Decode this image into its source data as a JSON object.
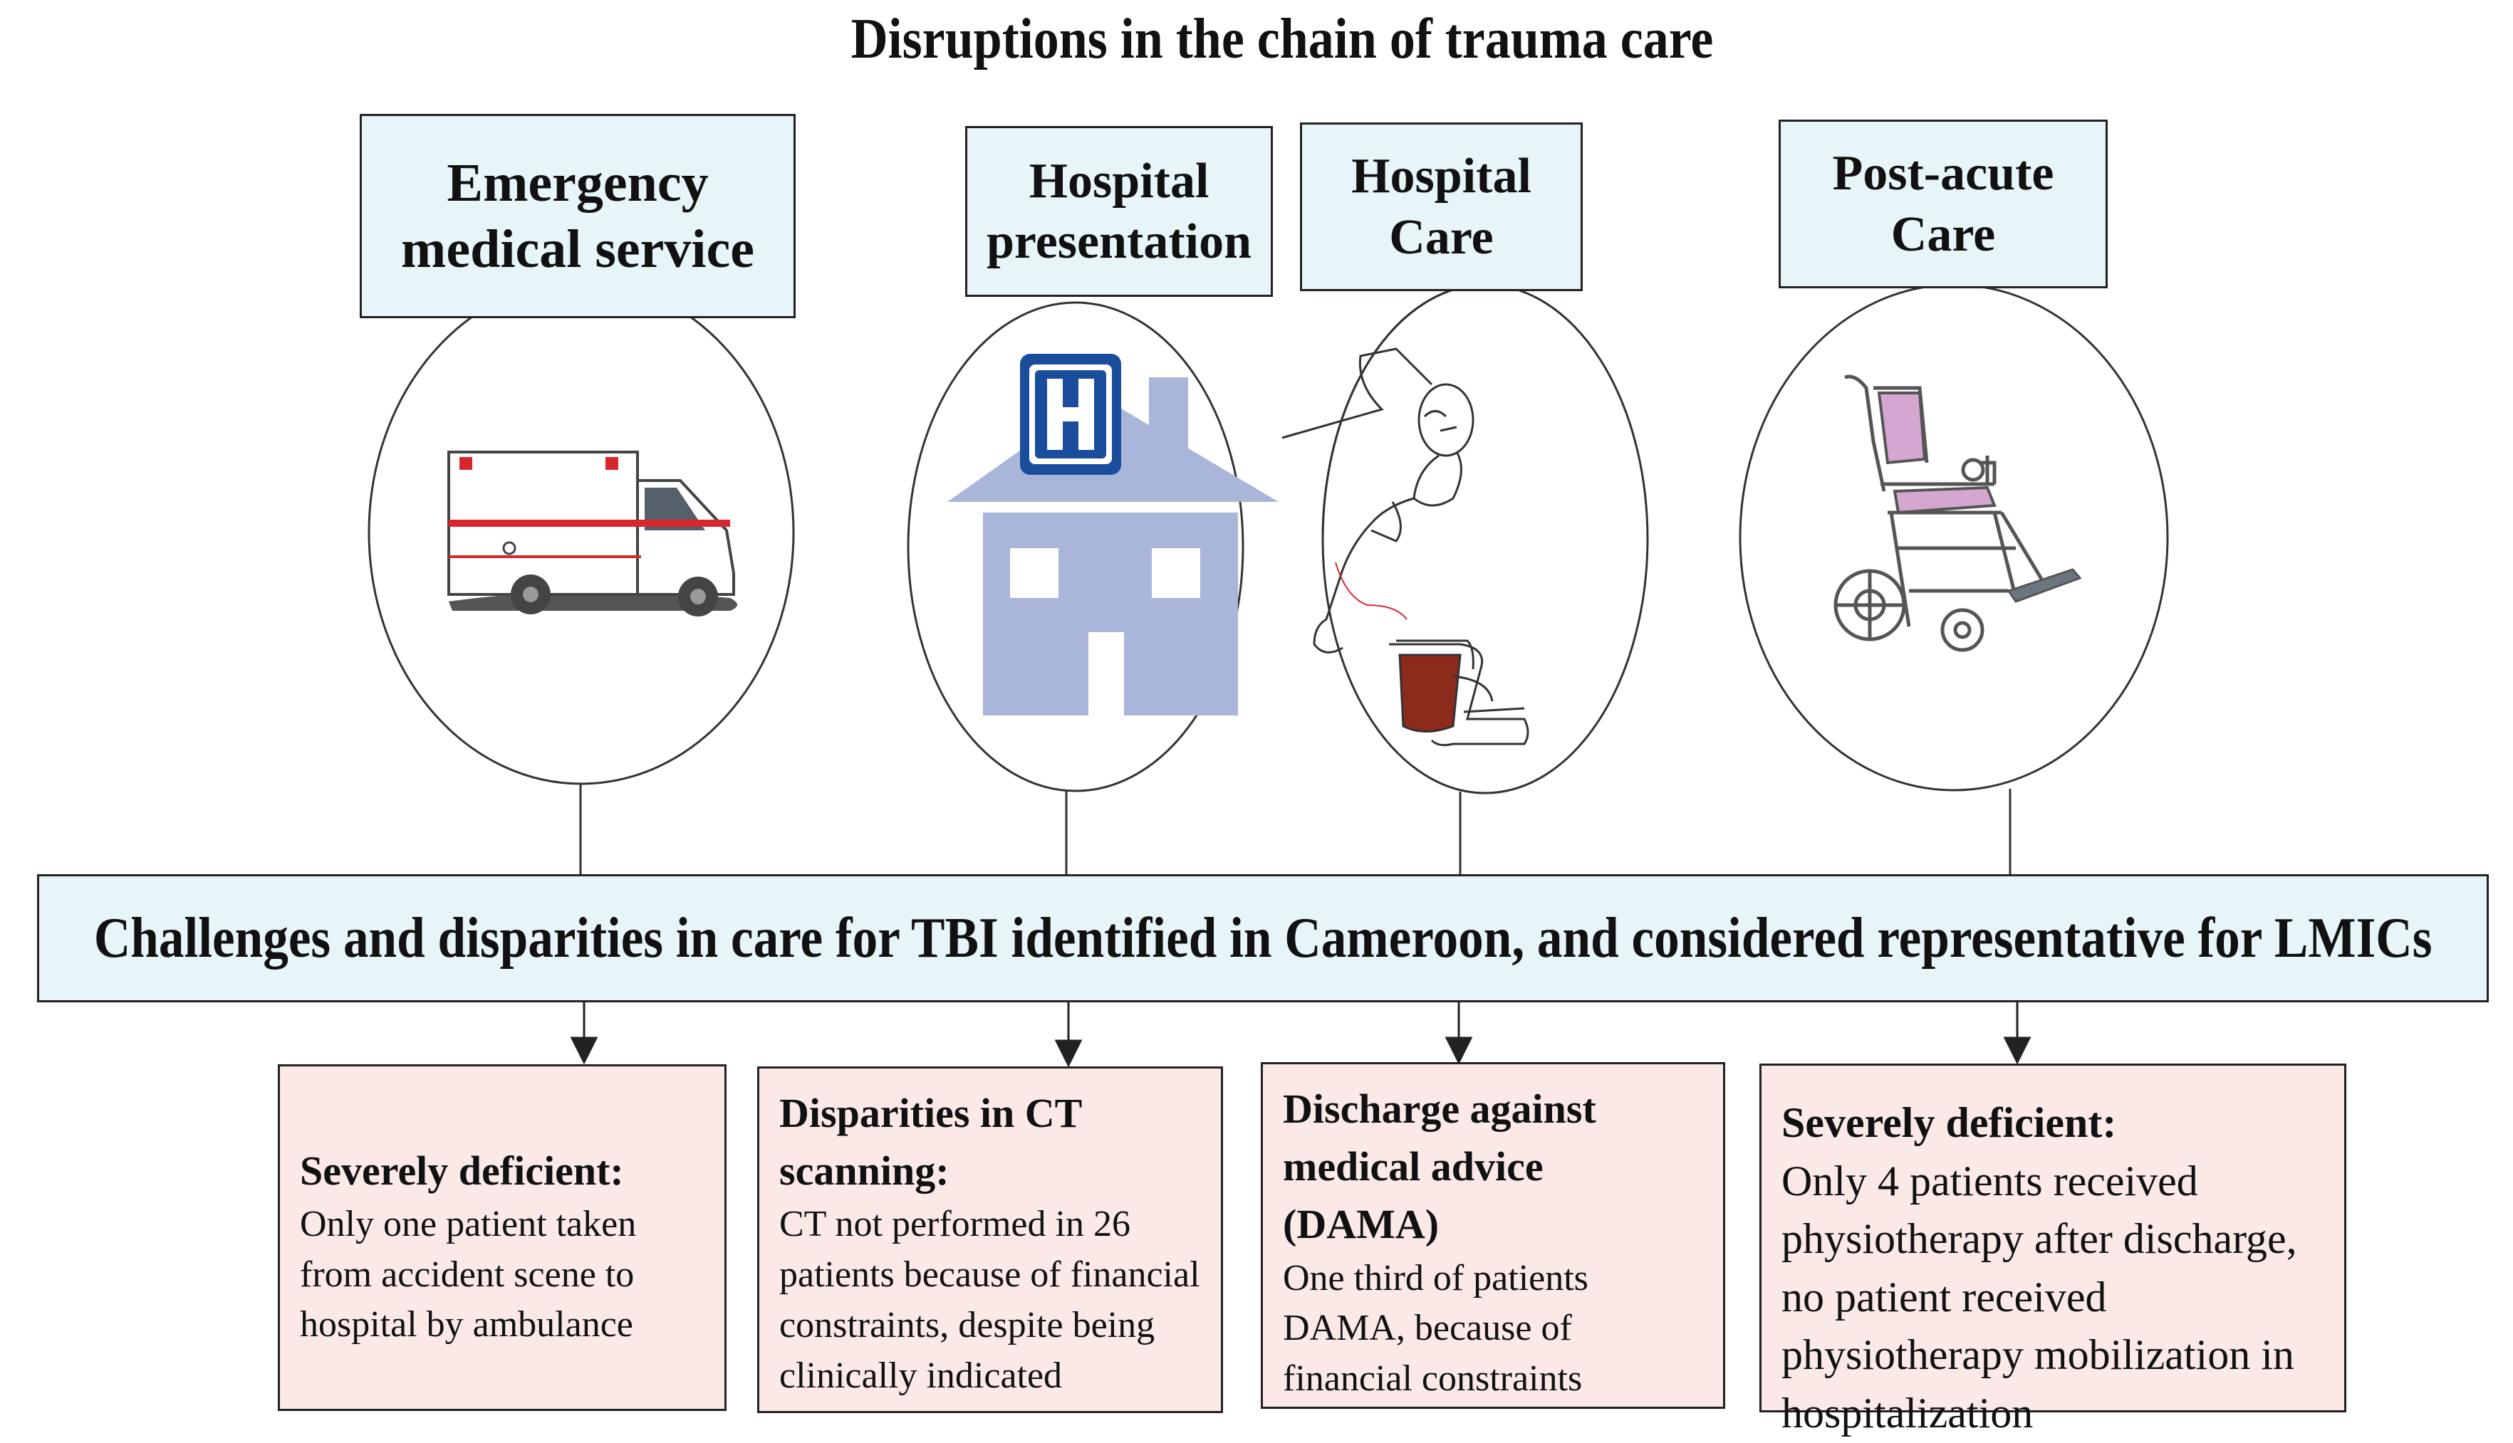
{
  "title": "Disruptions in the chain of trauma care",
  "stages": [
    {
      "id": "ems",
      "label": "Emergency medical service",
      "icon": "ambulance-icon"
    },
    {
      "id": "presentation",
      "label": "Hospital presentation",
      "icon": "hospital-building-icon"
    },
    {
      "id": "care",
      "label": "Hospital Care",
      "icon": "patient-transfusion-icon"
    },
    {
      "id": "postacute",
      "label": "Post-acute Care",
      "icon": "wheelchair-icon"
    }
  ],
  "banner": "Challenges and disparities in care for TBI identified in Cameroon, and considered representative for LMICs",
  "findings": [
    {
      "head": "Severely deficient:",
      "body": "Only one patient taken from accident scene to hospital by ambulance"
    },
    {
      "head": "Disparities in CT scanning:",
      "body": "CT not performed in 26 patients because of financial constraints, despite being clinically indicated"
    },
    {
      "head": "Discharge against medical advice (DAMA)",
      "body": "One third of patients DAMA, because of financial constraints"
    },
    {
      "head": "Severely deficient:",
      "body": "Only 4 patients received physiotherapy after discharge, no patient received physiotherapy mobilization in hospitalization"
    }
  ],
  "colors": {
    "stage_fill": "#e7f5f8",
    "finding_fill": "#fbe9e8",
    "hospital_icon": "#a9b5d9",
    "hospital_badge": "#1a4e9c",
    "ambulance_stripe": "#d8262d",
    "wheelchair_seat": "#d4a7d0",
    "blood_bag": "#8c2a1c"
  }
}
